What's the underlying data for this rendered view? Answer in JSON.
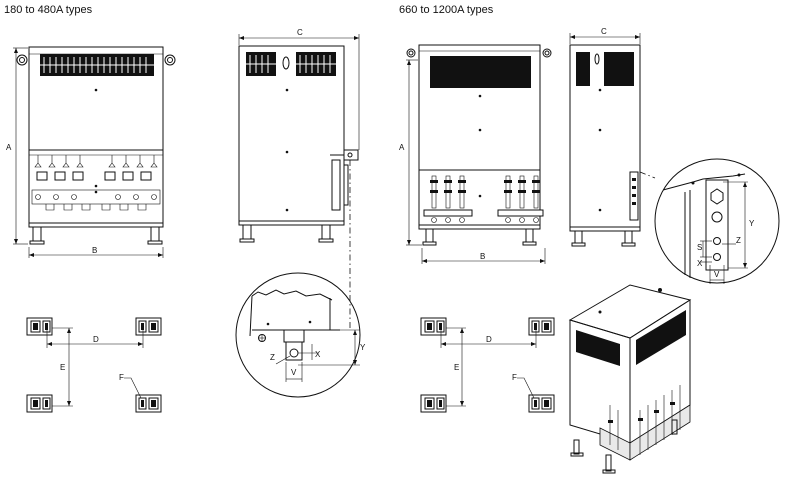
{
  "captions": {
    "left": "180 to 480A types",
    "right": "660 to 1200A types"
  },
  "labels": {
    "a": "A",
    "b": "B",
    "c": "C",
    "d": "D",
    "e": "E",
    "f": "F",
    "s": "S",
    "v": "V",
    "x": "X",
    "y": "Y",
    "z": "Z"
  }
}
